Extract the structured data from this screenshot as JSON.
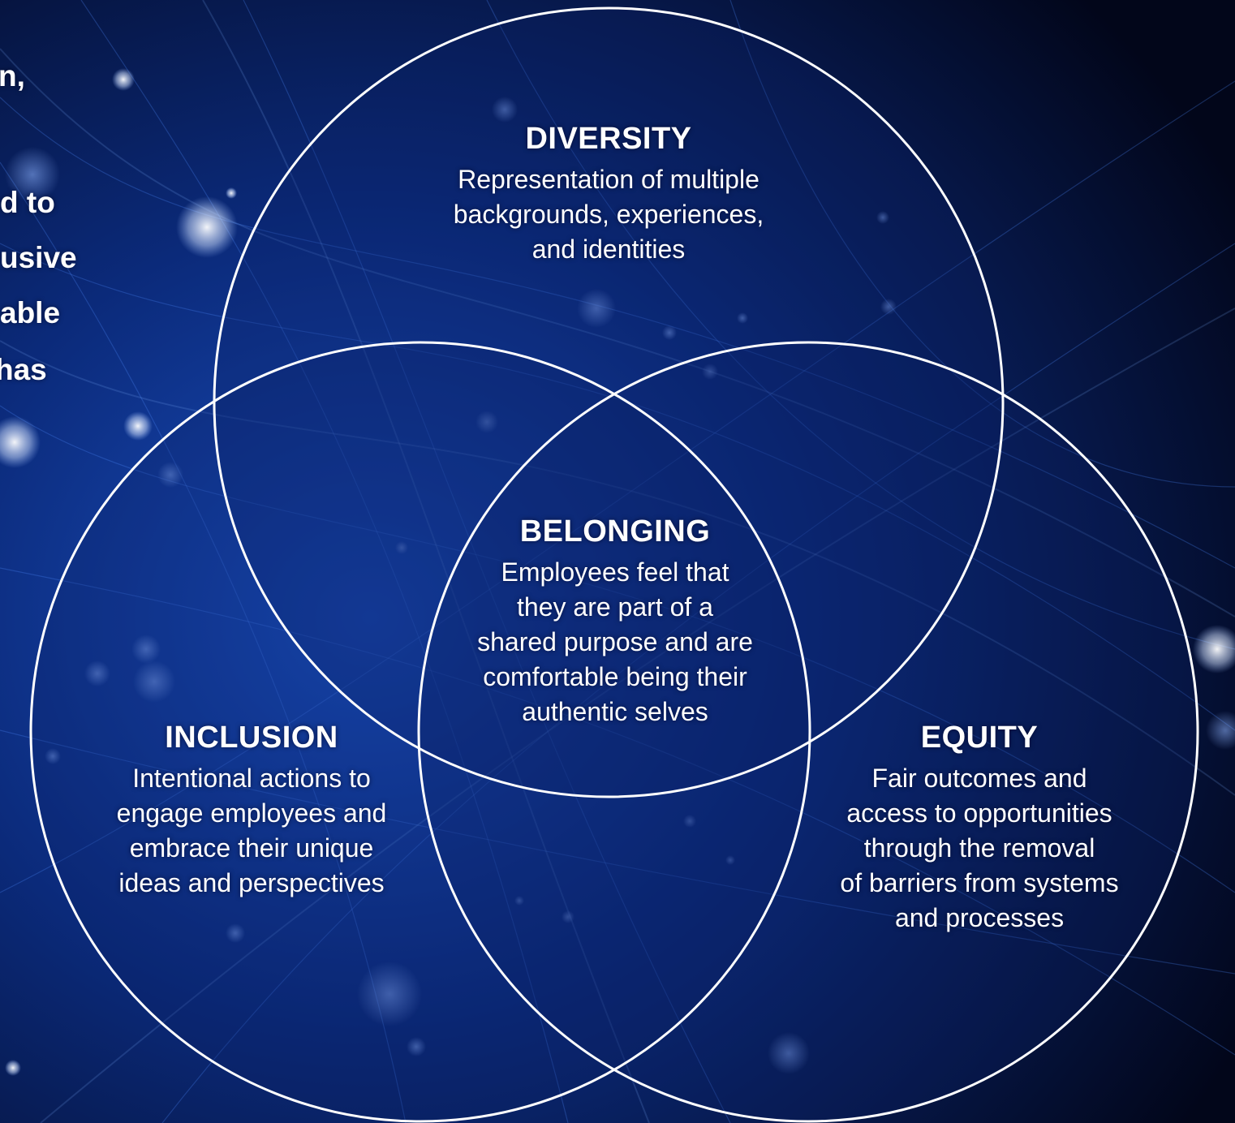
{
  "side_text": {
    "lines": [
      "n,",
      "d to",
      "usive",
      "able",
      " has"
    ]
  },
  "diagram": {
    "diversity": {
      "title": "DIVERSITY",
      "description": "Representation of multiple\nbackgrounds, experiences,\nand identities"
    },
    "belonging": {
      "title": "BELONGING",
      "description": "Employees feel that\nthey are part of a\nshared purpose and are\ncomfortable being their\nauthentic selves"
    },
    "inclusion": {
      "title": "INCLUSION",
      "description": "Intentional actions to\nengage employees and\nembrace their unique\nideas and perspectives"
    },
    "equity": {
      "title": "EQUITY",
      "description": "Fair outcomes and\naccess to opportunities\nthrough the removal\nof barriers from systems\nand processes"
    }
  },
  "colors": {
    "background_dark": "#03091e",
    "background_blue": "#0b2a7a",
    "circle_fill": "#0a1f63",
    "circle_stroke": "#ffffff",
    "text": "#ffffff"
  }
}
